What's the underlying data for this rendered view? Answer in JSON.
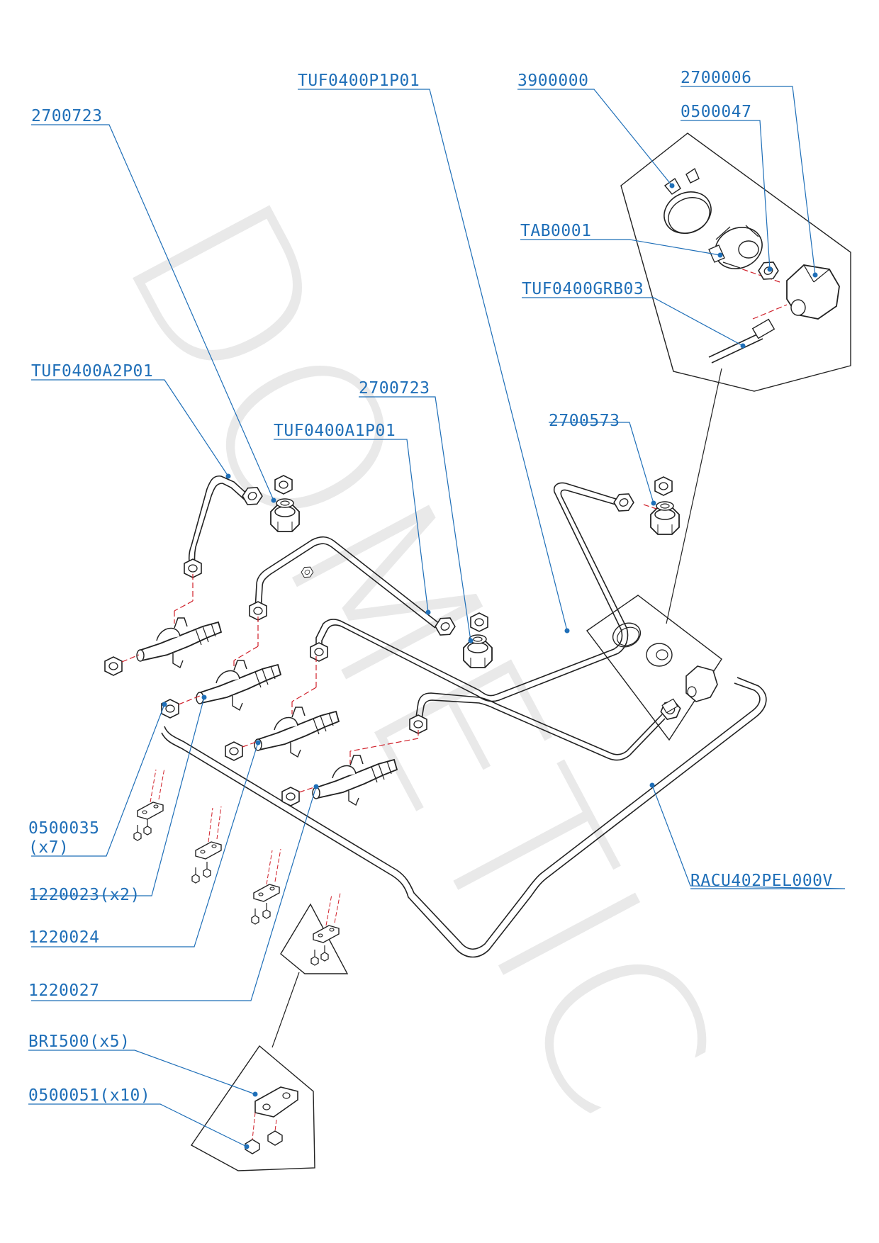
{
  "watermark": "DOMETIC",
  "colors": {
    "label": "#1f6fb8",
    "leader": "#1f6fb8",
    "line": "#222222",
    "centerline": "#d0202a",
    "watermark": "#e6e6e6"
  },
  "labels": {
    "tuf0400p1p01": "TUF0400P1P01",
    "l3900000": "3900000",
    "l2700006": "2700006",
    "l0500047": "0500047",
    "l2700723_top": "2700723",
    "tab0001": "TAB0001",
    "tuf0400grb03": "TUF0400GRB03",
    "tuf0400a2p01": "TUF0400A2P01",
    "l2700723_mid": "2700723",
    "tuf0400a1p01": "TUF0400A1P01",
    "l2700573": "2700573",
    "l0500035": "0500035",
    "l0500035_qty": "(x7)",
    "l1220023": "1220023(x2)",
    "l1220024": "1220024",
    "l1220027": "1220027",
    "racu402pel000v": "RACU402PEL000V",
    "bri500": "BRI500(x5)",
    "l0500051": "0500051(x10)"
  }
}
